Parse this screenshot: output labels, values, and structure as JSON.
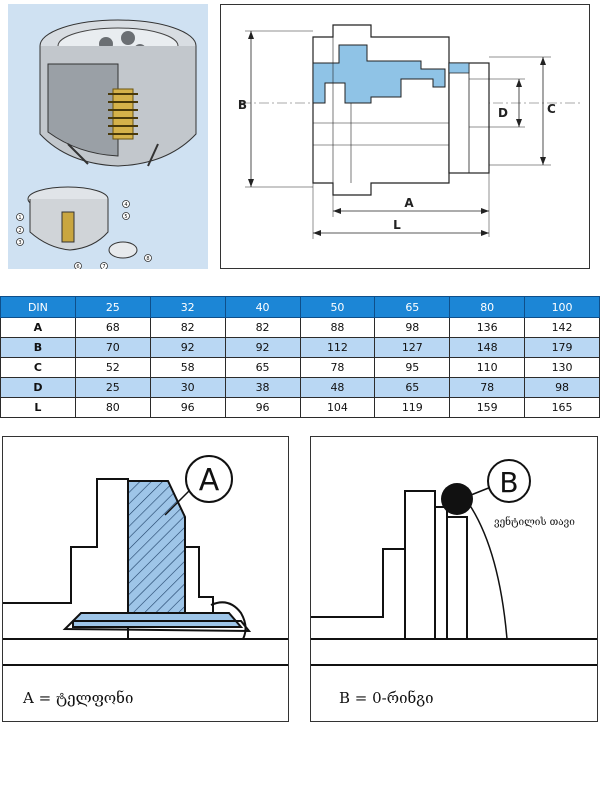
{
  "drawing": {
    "labels": {
      "A": "A",
      "B": "B",
      "C": "C",
      "D": "D",
      "L": "L"
    }
  },
  "photo": {
    "callouts": [
      "1",
      "2",
      "3",
      "4",
      "5",
      "6",
      "7",
      "8"
    ]
  },
  "table": {
    "headers": [
      "DIN",
      "25",
      "32",
      "40",
      "50",
      "65",
      "80",
      "100"
    ],
    "rows": [
      {
        "label": "A",
        "values": [
          "68",
          "82",
          "82",
          "88",
          "98",
          "136",
          "142"
        ]
      },
      {
        "label": "B",
        "values": [
          "70",
          "92",
          "92",
          "112",
          "127",
          "148",
          "179"
        ]
      },
      {
        "label": "C",
        "values": [
          "52",
          "58",
          "65",
          "78",
          "95",
          "110",
          "130"
        ]
      },
      {
        "label": "D",
        "values": [
          "25",
          "30",
          "38",
          "48",
          "65",
          "78",
          "98"
        ]
      },
      {
        "label": "L",
        "values": [
          "80",
          "96",
          "96",
          "104",
          "119",
          "159",
          "165"
        ]
      }
    ]
  },
  "detail_a": {
    "badge": "A",
    "caption": "A = ტელფონი"
  },
  "detail_b": {
    "badge": "B",
    "note": "ვენტილის თავი",
    "caption": "B = 0-რინგი"
  },
  "colors": {
    "accent": "#1c86d6",
    "alt_row": "#b9d7f3",
    "section_fill": "#8fc3e6",
    "photo_bg": "#cfe1f2",
    "hatch_fill": "#9ec5e8"
  }
}
